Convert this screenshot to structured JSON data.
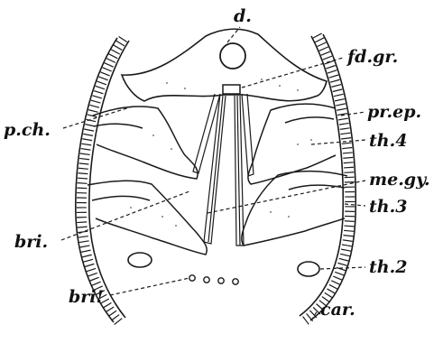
{
  "figure": {
    "labels": {
      "d": "d.",
      "fd_gr": "fd.gr.",
      "pr_ep": "pr.ep.",
      "p_ch": "p.ch.",
      "th4": "th.4",
      "me_gy": "me.gy.",
      "th3": "th.3",
      "bri": "bri.",
      "th2": "th.2",
      "bri_prime": "bri!",
      "car": "car."
    }
  }
}
